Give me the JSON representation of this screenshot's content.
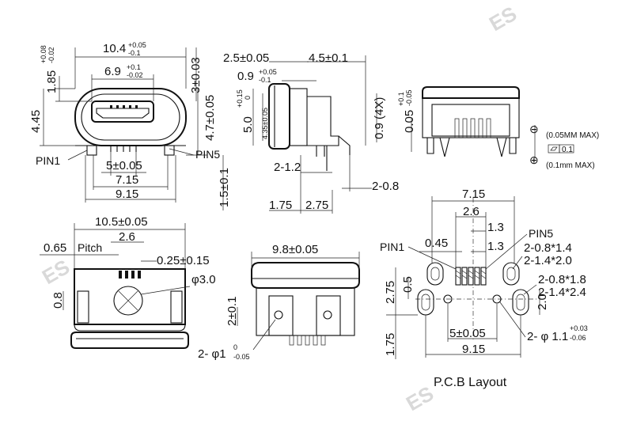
{
  "top_left": {
    "width_main": "10.4",
    "width_main_tol_upper": "+0.05",
    "width_main_tol_lower": "-0.1",
    "width_inner": "6.9",
    "width_inner_tol_upper": "+0.1",
    "width_inner_tol_lower": "-0.02",
    "height_185": "1.85",
    "height_185_tol_upper": "+0.08",
    "height_185_tol_lower": "-0.02",
    "height_3": "3±0.03",
    "height_445": "4.45",
    "height_47": "4.7±0.05",
    "pin1_label": "PIN1",
    "pin5_label": "PIN5",
    "dim_5": "5±0.05",
    "dim_715": "7.15",
    "dim_915": "9.15"
  },
  "top_middle": {
    "dim_25": "2.5±0.05",
    "dim_45": "4.5±0.1",
    "dim_09": "0.9",
    "dim_09_tol_upper": "+0.05",
    "dim_09_tol_lower": "-0.1",
    "dim_50": "5.0",
    "dim_50_tol_upper": "+0.15",
    "dim_50_tol_lower": "0",
    "dim_435": "4.35±0.05",
    "dim_09x4": "0.9 (4X)",
    "dim_212": "2-1.2",
    "dim_208": "2-0.8",
    "dim_175": "1.75",
    "dim_275": "2.75",
    "dim_15": "1.5±0.1"
  },
  "top_right": {
    "dim_005": "0.05",
    "dim_005_tol_upper": "+0.1",
    "dim_005_tol_lower": "-0.05",
    "note_minus": "(0.05MM MAX)",
    "note_plus": "(0.1mm MAX)",
    "flatness_value": "0.1",
    "minus_symbol": "⊖",
    "plus_symbol": "⊕"
  },
  "bottom_left": {
    "dim_105": "10.5±0.05",
    "dim_065": "0.65",
    "pitch_label": "Pitch",
    "dim_26": "2.6",
    "dim_025": "0.25±0.15",
    "dim_phi3": "φ3.0",
    "dim_08": "0.8"
  },
  "bottom_middle": {
    "dim_98": "9.8±0.05",
    "dim_2": "2±0.1",
    "dim_phi1": "2- φ1",
    "dim_phi1_tol_upper": "0",
    "dim_phi1_tol_lower": "-0.05"
  },
  "pcb": {
    "dim_715": "7.15",
    "dim_26": "2.6",
    "dim_13a": "1.3",
    "dim_13b": "1.3",
    "pin5_label": "PIN5",
    "pin1_label": "PIN1",
    "dim_045": "0.45",
    "slot_a": "2-0.8*1.4",
    "slot_b": "2-1.4*2.0",
    "slot_c": "2-0.8*1.8",
    "slot_d": "2-1.4*2.4",
    "dim_275": "2.75",
    "dim_05": "0.5",
    "dim_20": "2.0",
    "dim_5": "5±0.05",
    "dim_915": "9.15",
    "dim_175": "1.75",
    "dim_phi11": "2- φ 1.1",
    "dim_phi11_tol_upper": "+0.03",
    "dim_phi11_tol_lower": "-0.06",
    "caption": "P.C.B Layout"
  }
}
